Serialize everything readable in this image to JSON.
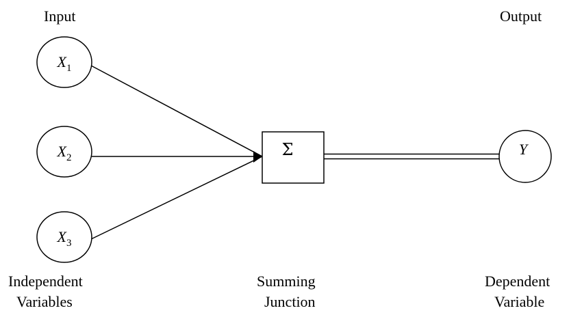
{
  "headings": {
    "input": "Input",
    "output": "Output"
  },
  "nodes": {
    "x1": {
      "base": "X",
      "sub": "1"
    },
    "x2": {
      "base": "X",
      "sub": "2"
    },
    "x3": {
      "base": "X",
      "sub": "3"
    },
    "y": {
      "base": "Y"
    },
    "summing_symbol": "Σ"
  },
  "captions": {
    "independent": [
      "Independent",
      "Variables"
    ],
    "summing": [
      "Summing",
      "Junction"
    ],
    "dependent": [
      "Dependent",
      "Variable"
    ]
  },
  "edges": [
    {
      "from": "x1",
      "to": "summing_junction",
      "style": "single"
    },
    {
      "from": "x2",
      "to": "summing_junction",
      "style": "single"
    },
    {
      "from": "x3",
      "to": "summing_junction",
      "style": "single"
    },
    {
      "from": "summing_junction",
      "to": "y",
      "style": "double"
    }
  ]
}
